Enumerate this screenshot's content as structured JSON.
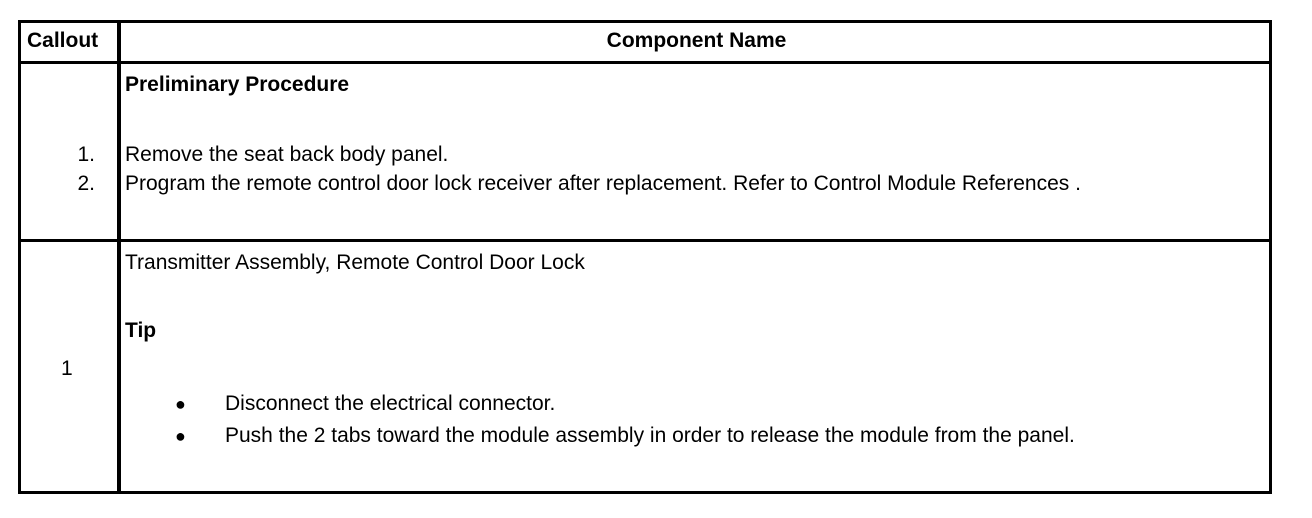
{
  "table": {
    "headers": {
      "callout": "Callout",
      "component": "Component Name"
    },
    "preliminary": {
      "title": "Preliminary Procedure",
      "steps": [
        {
          "number": "1.",
          "text": "Remove the seat back body panel."
        },
        {
          "number": "2.",
          "text": "Program the remote control door lock receiver after replacement. Refer to Control Module References ."
        }
      ]
    },
    "rows": [
      {
        "callout": "1",
        "component": "Transmitter Assembly, Remote Control Door Lock",
        "tip_title": "Tip",
        "tips": [
          "Disconnect the electrical connector.",
          "Push the 2 tabs toward the module assembly in order to release the module from the panel."
        ]
      }
    ]
  },
  "colors": {
    "border": "#000000",
    "background": "#ffffff"
  },
  "icons": {
    "bullet": "bullet-icon"
  }
}
